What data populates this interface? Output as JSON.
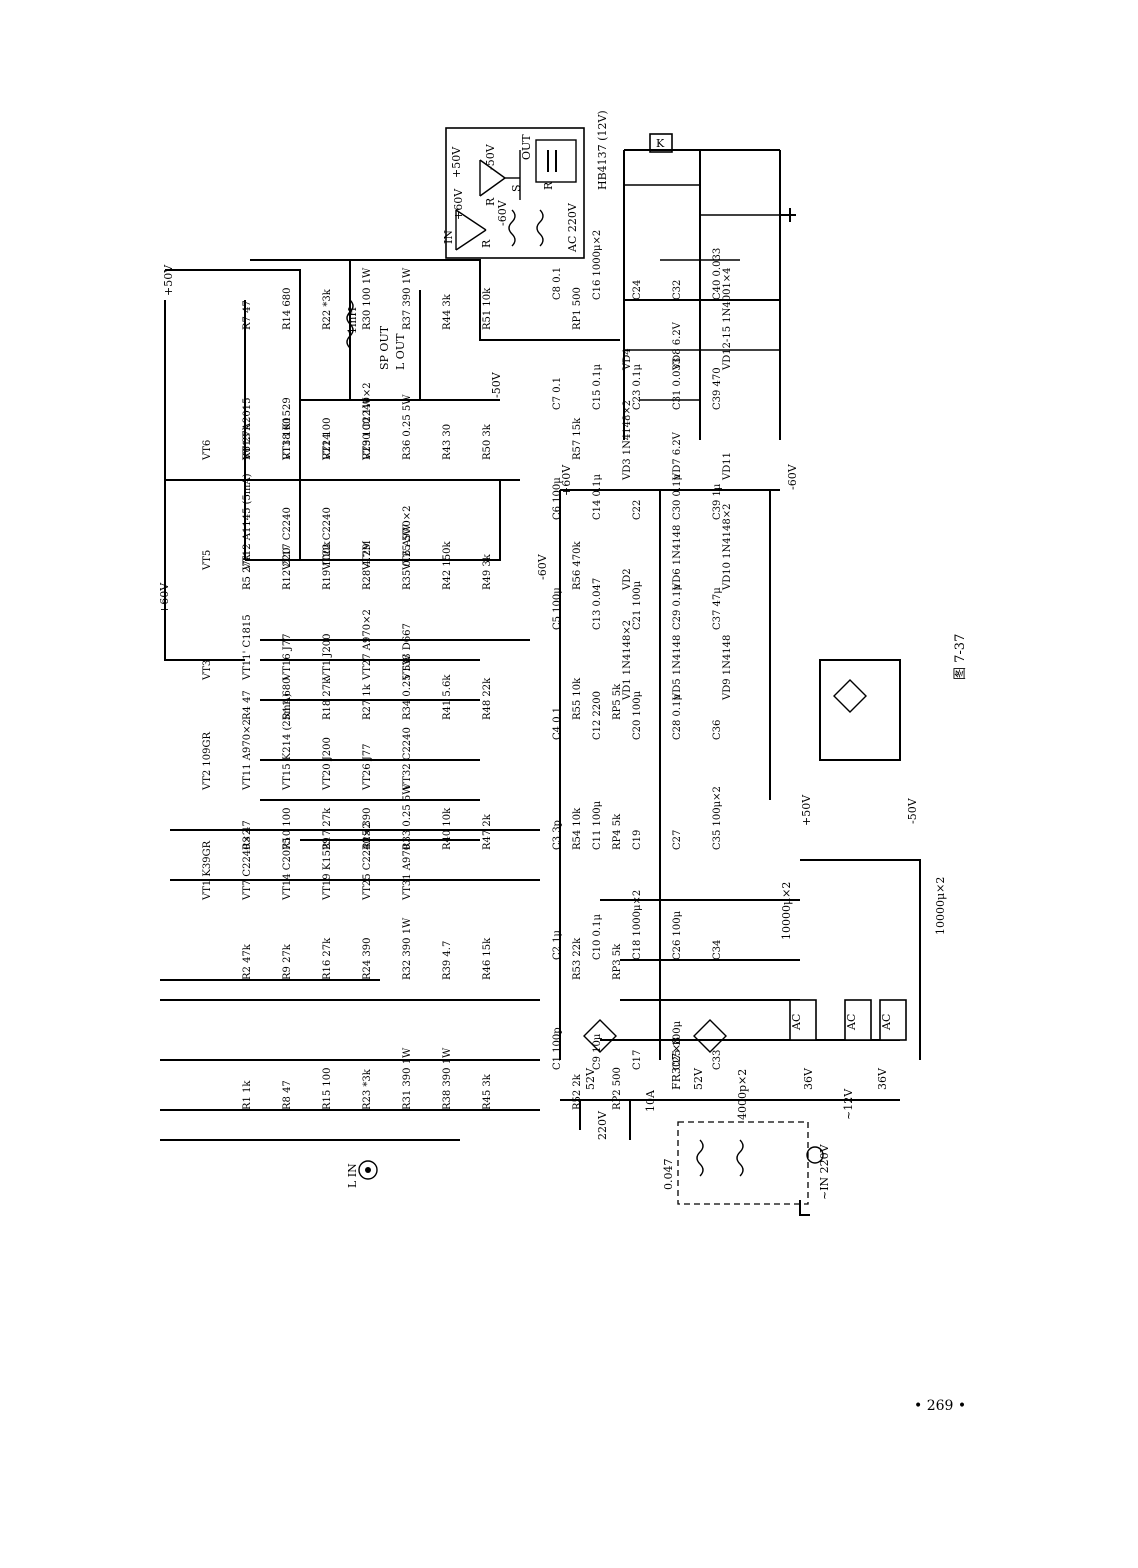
{
  "page": {
    "number": "• 269 •"
  },
  "figure": {
    "caption": "图 7-37"
  },
  "inset": {
    "labels": [
      "IN",
      "+60V",
      "+50V",
      "-50V",
      "-60V",
      "R",
      "R",
      "S",
      "OUT",
      "R",
      "AC 220V"
    ]
  },
  "rails": {
    "plus_60": "+60V",
    "minus_60": "-60V",
    "plus_50": "+50V",
    "minus_50": "-50V",
    "minus_12": "~12V",
    "ac_in": "~IN 220V"
  },
  "transistors": [
    {
      "ref": "VT1",
      "part": "K39GR"
    },
    {
      "ref": "VT2",
      "part": "109GR"
    },
    {
      "ref": "VT3",
      "part": ""
    },
    {
      "ref": "VT5",
      "part": ""
    },
    {
      "ref": "VT6",
      "part": ""
    },
    {
      "ref": "VT7",
      "part": "C2240×2"
    },
    {
      "ref": "VT11",
      "part": "A970×2"
    },
    {
      "ref": "VT11'",
      "part": "C1815"
    },
    {
      "ref": "VT12",
      "part": "A1145 (5mA)"
    },
    {
      "ref": "VT13",
      "part": "A2015"
    },
    {
      "ref": "VT14",
      "part": "C2075"
    },
    {
      "ref": "VT15",
      "part": "K214 (25mA)"
    },
    {
      "ref": "VT16",
      "part": "J77"
    },
    {
      "ref": "VT17",
      "part": "C2240"
    },
    {
      "ref": "VT18",
      "part": "K1529"
    },
    {
      "ref": "VT19",
      "part": "K1529"
    },
    {
      "ref": "VT20",
      "part": "J200"
    },
    {
      "ref": "VT1",
      "part": "J200"
    },
    {
      "ref": "VT22",
      "part": "C2240"
    },
    {
      "ref": "VT24",
      "part": ""
    },
    {
      "ref": "VT25",
      "part": "C2240×2"
    },
    {
      "ref": "VT26",
      "part": "J77"
    },
    {
      "ref": "VT27",
      "part": "A970×2"
    },
    {
      "ref": "VT29",
      "part": ""
    },
    {
      "ref": "VT30",
      "part": "C2240×2"
    },
    {
      "ref": "VT31",
      "part": "A970"
    },
    {
      "ref": "VT32",
      "part": "C2240"
    },
    {
      "ref": "VT33",
      "part": "D667"
    },
    {
      "ref": "VT6",
      "part": "A970×2"
    }
  ],
  "resistors": [
    {
      "ref": "R1",
      "value": "1k"
    },
    {
      "ref": "R2",
      "value": "47k"
    },
    {
      "ref": "R3",
      "value": "47"
    },
    {
      "ref": "R4",
      "value": "47"
    },
    {
      "ref": "R5",
      "value": "27k"
    },
    {
      "ref": "R6",
      "value": "27k"
    },
    {
      "ref": "R7",
      "value": "47"
    },
    {
      "ref": "R8",
      "value": "47"
    },
    {
      "ref": "R9",
      "value": "27k"
    },
    {
      "ref": "R10",
      "value": "100"
    },
    {
      "ref": "R11",
      "value": "680"
    },
    {
      "ref": "R12",
      "value": "220"
    },
    {
      "ref": "R13",
      "value": "100"
    },
    {
      "ref": "R14",
      "value": "680"
    },
    {
      "ref": "R15",
      "value": "100"
    },
    {
      "ref": "R16",
      "value": "27k"
    },
    {
      "ref": "R17",
      "value": "27k"
    },
    {
      "ref": "R18",
      "value": "27k"
    },
    {
      "ref": "R19",
      "value": "100k"
    },
    {
      "ref": "R21",
      "value": "100"
    },
    {
      "ref": "R22",
      "value": "*3k"
    },
    {
      "ref": "R23",
      "value": "*3k"
    },
    {
      "ref": "R24",
      "value": "390"
    },
    {
      "ref": "R25",
      "value": "390"
    },
    {
      "ref": "R27",
      "value": "1k"
    },
    {
      "ref": "R28",
      "value": "4.7M"
    },
    {
      "ref": "R29",
      "value": "100 1W"
    },
    {
      "ref": "R30",
      "value": "100 1W"
    },
    {
      "ref": "R31",
      "value": "390 1W"
    },
    {
      "ref": "R32",
      "value": "390 1W"
    },
    {
      "ref": "R33",
      "value": "0.25 5W"
    },
    {
      "ref": "R34",
      "value": "0.25 5W"
    },
    {
      "ref": "R35",
      "value": "0.25 5W"
    },
    {
      "ref": "R36",
      "value": "0.25 5W"
    },
    {
      "ref": "R37",
      "value": "390 1W"
    },
    {
      "ref": "R38",
      "value": "390 1W"
    },
    {
      "ref": "R39",
      "value": "4.7"
    },
    {
      "ref": "R40",
      "value": "10k"
    },
    {
      "ref": "R41",
      "value": "5.6k"
    },
    {
      "ref": "R42",
      "value": "150k"
    },
    {
      "ref": "R43",
      "value": "30"
    },
    {
      "ref": "R44",
      "value": "3k"
    },
    {
      "ref": "R45",
      "value": "3k"
    },
    {
      "ref": "R46",
      "value": "15k"
    },
    {
      "ref": "R47",
      "value": "2k"
    },
    {
      "ref": "R48",
      "value": "22k"
    },
    {
      "ref": "R49",
      "value": "3k"
    },
    {
      "ref": "R50",
      "value": "3k"
    },
    {
      "ref": "R51",
      "value": "10k"
    },
    {
      "ref": "R52",
      "value": "2k"
    },
    {
      "ref": "R53",
      "value": "22k"
    },
    {
      "ref": "R54",
      "value": "10k"
    },
    {
      "ref": "R55",
      "value": "10k"
    },
    {
      "ref": "R56",
      "value": "470k"
    },
    {
      "ref": "R57",
      "value": "15k"
    },
    {
      "ref": "RP1",
      "value": "500"
    },
    {
      "ref": "RP2",
      "value": "500"
    },
    {
      "ref": "RP3",
      "value": "5k"
    },
    {
      "ref": "RP4",
      "value": "5k"
    },
    {
      "ref": "RP5",
      "value": "5k"
    }
  ],
  "capacitors": [
    {
      "ref": "C1",
      "value": "100p"
    },
    {
      "ref": "C2",
      "value": "1μ"
    },
    {
      "ref": "C3",
      "value": "3p"
    },
    {
      "ref": "C4",
      "value": "0.1"
    },
    {
      "ref": "C5",
      "value": "100μ"
    },
    {
      "ref": "C6",
      "value": "100μ"
    },
    {
      "ref": "C7",
      "value": "0.1"
    },
    {
      "ref": "C8",
      "value": "0.1"
    },
    {
      "ref": "C9",
      "value": "10μ"
    },
    {
      "ref": "C10",
      "value": "0.1μ"
    },
    {
      "ref": "C11",
      "value": "100μ"
    },
    {
      "ref": "C12",
      "value": "2200"
    },
    {
      "ref": "C13",
      "value": "0.047"
    },
    {
      "ref": "C14",
      "value": "0.1μ"
    },
    {
      "ref": "C15",
      "value": "0.1μ"
    },
    {
      "ref": "C16",
      "value": "1000μ×2"
    },
    {
      "ref": "C17",
      "value": ""
    },
    {
      "ref": "C18",
      "value": "1000μ×2"
    },
    {
      "ref": "C19",
      "value": ""
    },
    {
      "ref": "C20",
      "value": "100μ"
    },
    {
      "ref": "C21",
      "value": "100μ"
    },
    {
      "ref": "C22",
      "value": ""
    },
    {
      "ref": "C23",
      "value": "0.1μ"
    },
    {
      "ref": "C24",
      "value": ""
    },
    {
      "ref": "C25",
      "value": "100μ"
    },
    {
      "ref": "C26",
      "value": "100μ"
    },
    {
      "ref": "C27",
      "value": ""
    },
    {
      "ref": "C28",
      "value": "0.1μ"
    },
    {
      "ref": "C29",
      "value": "0.1μ"
    },
    {
      "ref": "C30",
      "value": "0.1μ"
    },
    {
      "ref": "C31",
      "value": "0.033"
    },
    {
      "ref": "C32",
      "value": ""
    },
    {
      "ref": "C33",
      "value": ""
    },
    {
      "ref": "C34",
      "value": ""
    },
    {
      "ref": "C35",
      "value": "100μ×2"
    },
    {
      "ref": "C36",
      "value": ""
    },
    {
      "ref": "C37",
      "value": "47μ"
    },
    {
      "ref": "C39",
      "value": "1μ"
    },
    {
      "ref": "C39",
      "value": "470"
    },
    {
      "ref": "C40",
      "value": "0.033"
    }
  ],
  "diodes": [
    {
      "ref": "VD1",
      "part": "1N4148×2"
    },
    {
      "ref": "VD2",
      "part": ""
    },
    {
      "ref": "VD3",
      "part": "1N4148×2"
    },
    {
      "ref": "VD4",
      "part": ""
    },
    {
      "ref": "VD5",
      "part": "1N4148"
    },
    {
      "ref": "VD6",
      "part": "1N4148"
    },
    {
      "ref": "VD7",
      "part": "6.2V"
    },
    {
      "ref": "VD8",
      "part": "6.2V"
    },
    {
      "ref": "VD9",
      "part": "1N4148"
    },
    {
      "ref": "VD10",
      "part": "1N4148×2"
    },
    {
      "ref": "VD11",
      "part": ""
    },
    {
      "ref": "VD12-15",
      "part": "1N4001×4"
    }
  ],
  "misc": {
    "inductor": "1mH",
    "sp_out": "SP OUT",
    "l_out": "L OUT",
    "relay": "HB4137 (12V)",
    "relay_k": "K",
    "bridge_diodes": "FR307×8",
    "filter_caps": "10000μ×2",
    "filter_caps2": "10000μ×2",
    "emi_caps": "4000p×2",
    "emi_c": "0.047",
    "fuse": "10A",
    "mains": "220V",
    "trans_52a": "52V",
    "trans_52b": "52V",
    "trans_36a": "36V",
    "trans_36b": "36V",
    "ac": "AC",
    "input": "L IN"
  }
}
